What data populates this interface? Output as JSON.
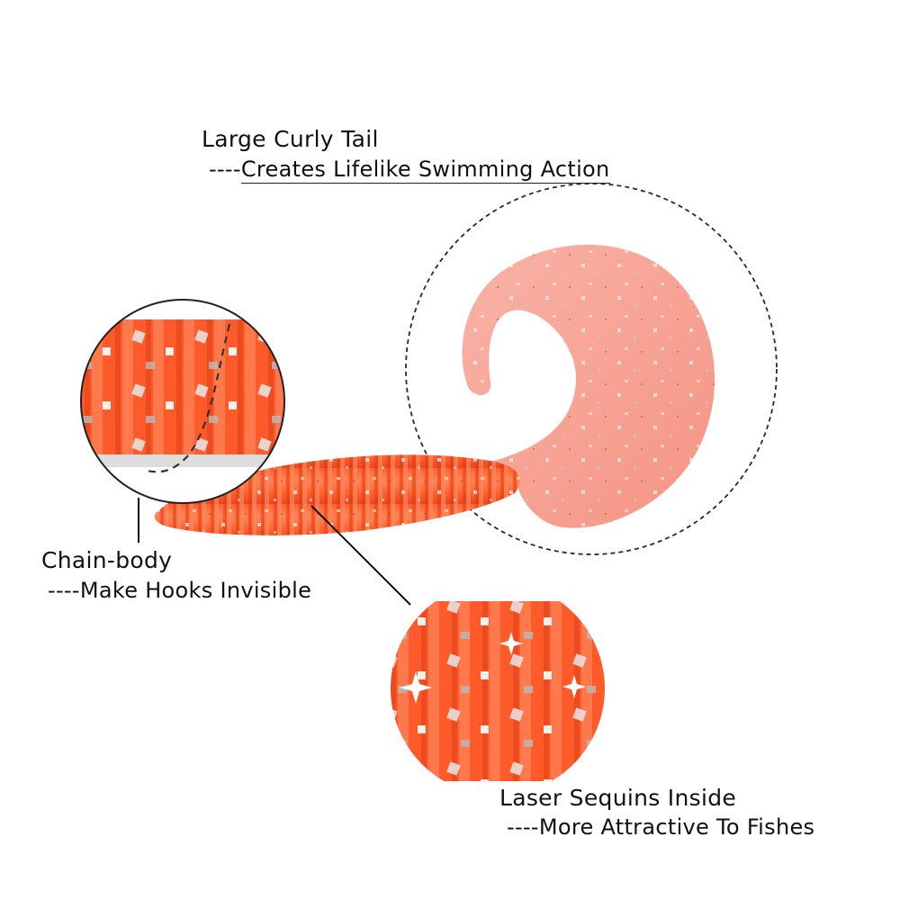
{
  "features": [
    {
      "title": "Large Curly Tail",
      "dashes": "----",
      "subtitle": "Creates Lifelike Swimming Action"
    },
    {
      "title": "Chain-body",
      "dashes": "----",
      "subtitle": "Make Hooks Invisible"
    },
    {
      "title": "Laser Sequins Inside",
      "dashes": "----",
      "subtitle": "More Attractive To Fishes"
    }
  ],
  "colors": {
    "body_orange": "#ff5a2a",
    "tail_pink": "#f7a193",
    "callout_ring": "#2a2a2a",
    "background": "#ffffff"
  },
  "icons": [
    "curly-tail-worm-lure-image",
    "chain-body-closeup-icon",
    "sequins-closeup-icon"
  ]
}
